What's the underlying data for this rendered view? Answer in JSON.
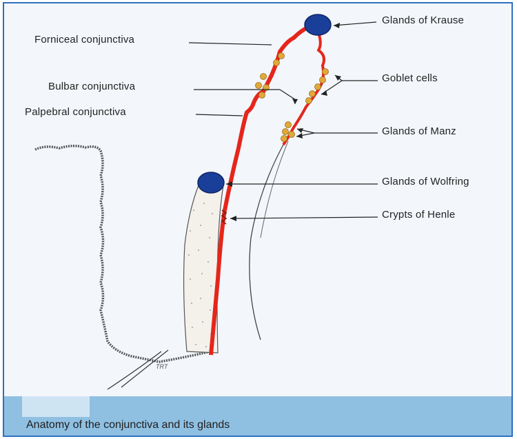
{
  "labels": {
    "forniceal": "Forniceal conjunctiva",
    "bulbar": "Bulbar conjunctiva",
    "palpebral": "Palpebral conjunctiva",
    "krause": "Glands of Krause",
    "goblet": "Goblet cells",
    "manz": "Glands of Manz",
    "wolfring": "Glands of Wolfring",
    "henle": "Crypts of Henle"
  },
  "caption": "Anatomy of the conjunctiva and its glands",
  "signature": "TRT",
  "colors": {
    "frame": "#2f6fc0",
    "conjunctiva": "#e5261b",
    "gland": "#1a3f99",
    "goblet": "#e0a93a",
    "caption_bar": "#8fc0e2"
  }
}
